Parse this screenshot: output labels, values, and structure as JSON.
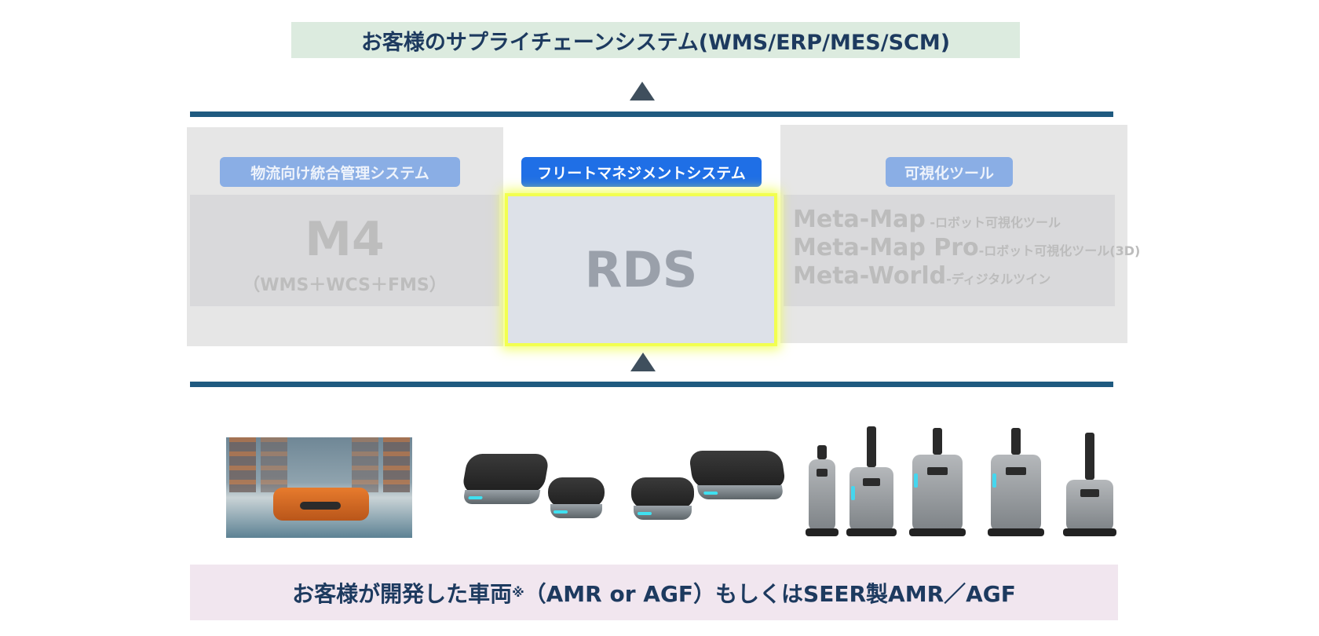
{
  "top_banner": {
    "text": "お客様のサプライチェーンシステム(WMS/ERP/MES/SCM)"
  },
  "colors": {
    "rule": "#1f5a80",
    "arrow": "#3f4f5d",
    "active_pill": "#1f6fe6",
    "muted_pill": "#8aaee5",
    "highlight_border": "#f2ff4f",
    "top_banner_bg": "#dcebdf",
    "bottom_banner_bg": "#f1e6ef",
    "text_dark": "#1d3a5f"
  },
  "panels": {
    "left": {
      "label": "物流向け統合管理システム",
      "title": "M4",
      "subtitle": "（WMS＋WCS＋FMS）"
    },
    "center": {
      "label": "フリートマネジメントシステム",
      "title": "RDS"
    },
    "right": {
      "label": "可視化ツール",
      "items": [
        {
          "name": "Meta-Map",
          "desc": " -ロボット可視化ツール"
        },
        {
          "name": "Meta-Map Pro",
          "desc": "-ロボット可視化ツール(3D)"
        },
        {
          "name": "Meta-World",
          "desc": "-ディジタルツイン"
        }
      ]
    }
  },
  "icons": {
    "up_arrow_top": "triangle-up-icon",
    "up_arrow_bottom": "triangle-up-icon"
  },
  "bottom_banner": {
    "text_before": "お客様が開発した車両",
    "note_mark": "※",
    "text_after": "（AMR or AGF）もしくはSEER製AMR／AGF"
  }
}
